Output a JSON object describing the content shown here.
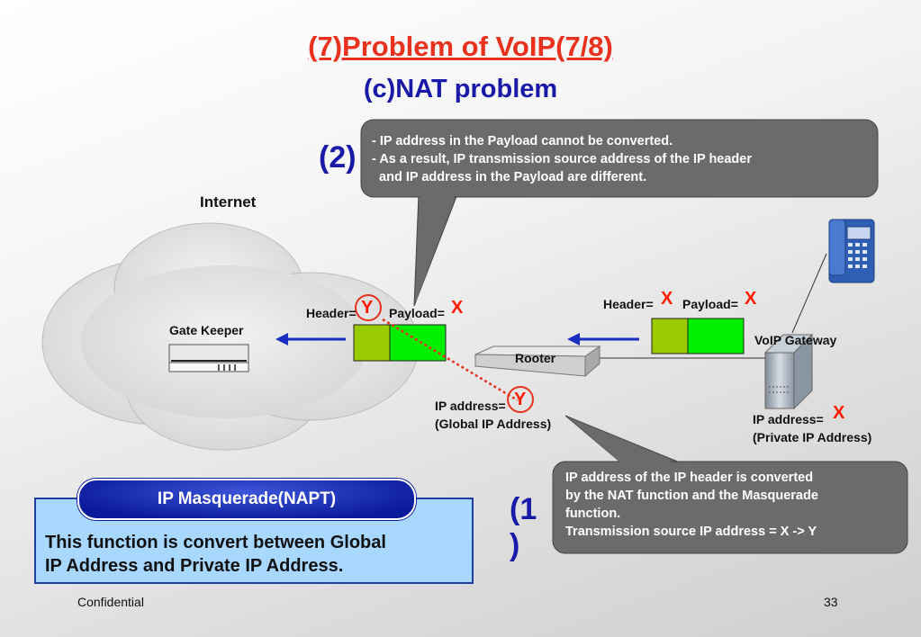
{
  "title": "(7)Problem of VoIP(7/8)",
  "subtitle": "(c)NAT problem",
  "callout_top": {
    "number": "(2)",
    "lines": [
      "- IP address in the Payload cannot be converted.",
      "- As a result, IP transmission source address of the IP header",
      "  and IP address in the Payload are different."
    ]
  },
  "callout_bottom": {
    "number_line1": "(1",
    "number_line2": ")",
    "lines": [
      "IP address of the IP header is converted",
      "by the NAT function and the Masquerade",
      "function.",
      "Transmission source IP address = X -> Y"
    ]
  },
  "labels": {
    "internet": "Internet",
    "gate_keeper": "Gate Keeper",
    "rooter": "Rooter",
    "voip_gateway": "VoIP Gateway",
    "header_eq": "Header=",
    "payload_eq": "Payload=",
    "y": "Y",
    "x": "X",
    "ip_address_eq": "IP address=",
    "global_ip": "(Global IP Address)",
    "private_ip": "(Private IP Address)"
  },
  "napt": {
    "title": "IP Masquerade(NAPT)",
    "line1": "This function is convert between Global",
    "line2": "IP Address and Private IP Address."
  },
  "footer": {
    "confidential": "Confidential",
    "page": "33"
  },
  "colors": {
    "title": "#e8321e",
    "accent_blue": "#1a1aa8",
    "callout_bg": "#6b6b6b",
    "packet_header": "#99cc00",
    "packet_payload": "#00ee00"
  },
  "icons": [
    "cloud-shape",
    "gate-keeper-device-icon",
    "router-icon",
    "server-tower-icon",
    "ip-phone-icon",
    "left-arrow-icon"
  ]
}
